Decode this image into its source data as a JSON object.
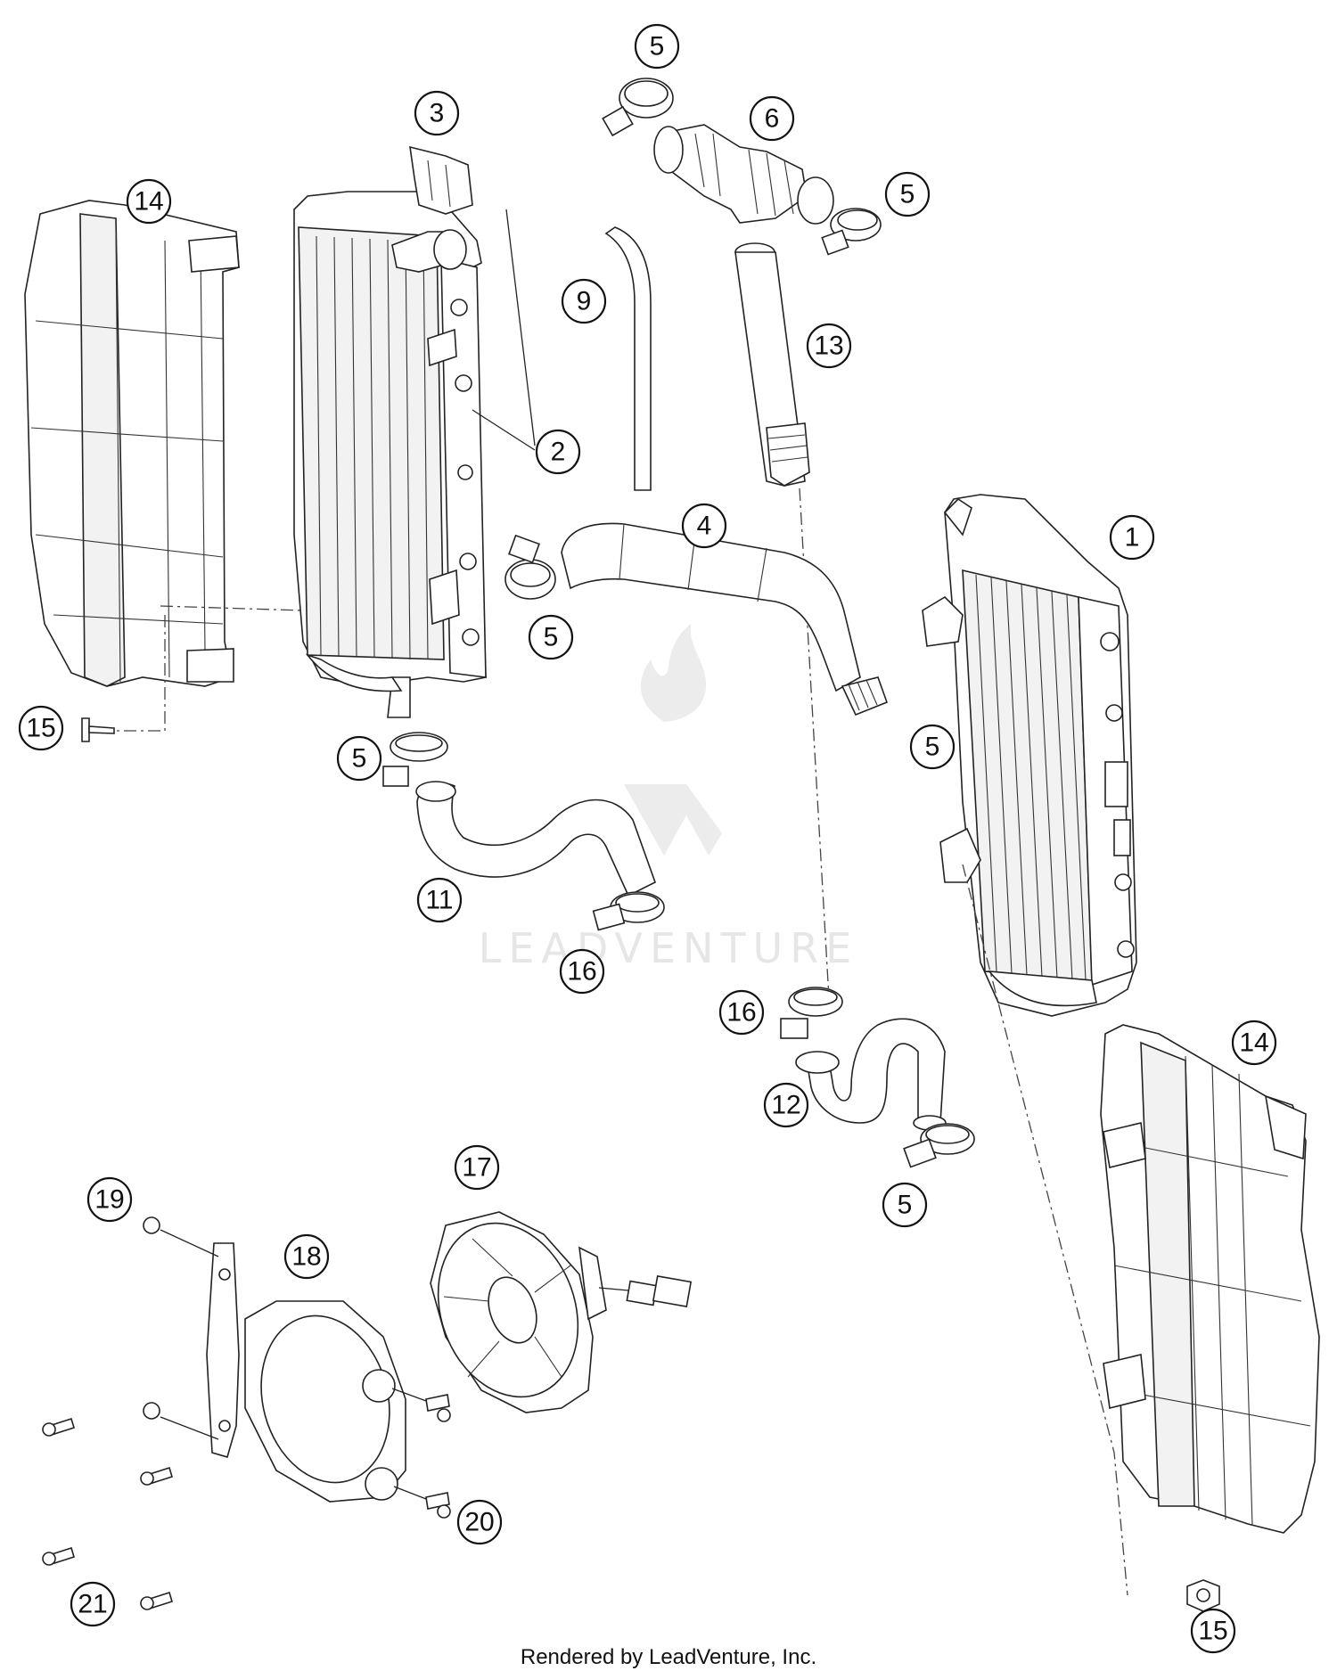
{
  "diagram": {
    "watermark": "LEADVENTURE",
    "footer": "Rendered by LeadVenture, Inc.",
    "callouts": [
      {
        "id": "c1",
        "label": "1"
      },
      {
        "id": "c2",
        "label": "2"
      },
      {
        "id": "c3",
        "label": "3"
      },
      {
        "id": "c4",
        "label": "4"
      },
      {
        "id": "c5a",
        "label": "5"
      },
      {
        "id": "c5b",
        "label": "5"
      },
      {
        "id": "c5c",
        "label": "5"
      },
      {
        "id": "c5d",
        "label": "5"
      },
      {
        "id": "c5e",
        "label": "5"
      },
      {
        "id": "c5f",
        "label": "5"
      },
      {
        "id": "c6",
        "label": "6"
      },
      {
        "id": "c9",
        "label": "9"
      },
      {
        "id": "c11",
        "label": "11"
      },
      {
        "id": "c12",
        "label": "12"
      },
      {
        "id": "c13",
        "label": "13"
      },
      {
        "id": "c14a",
        "label": "14"
      },
      {
        "id": "c14b",
        "label": "14"
      },
      {
        "id": "c15a",
        "label": "15"
      },
      {
        "id": "c15b",
        "label": "15"
      },
      {
        "id": "c16a",
        "label": "16"
      },
      {
        "id": "c16b",
        "label": "16"
      },
      {
        "id": "c17",
        "label": "17"
      },
      {
        "id": "c18",
        "label": "18"
      },
      {
        "id": "c19",
        "label": "19"
      },
      {
        "id": "c20",
        "label": "20"
      },
      {
        "id": "c21",
        "label": "21"
      }
    ]
  }
}
